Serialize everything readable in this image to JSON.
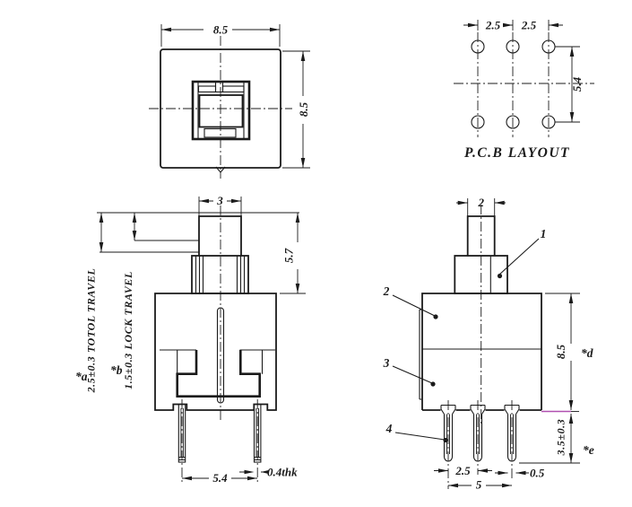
{
  "meta": {
    "line_color": "#1b1b1b",
    "accent_color": "#b050b0",
    "background": "#ffffff"
  },
  "views": {
    "top": {
      "dim_width": "8.5",
      "dim_height": "8.5"
    },
    "pcb": {
      "title": "P.C.B LAYOUT",
      "dim_pitch_left": "2.5",
      "dim_pitch_right": "2.5",
      "dim_row_spacing": "5.4"
    },
    "front": {
      "dim_stem_width": "3",
      "dim_upper_height": "5.7",
      "travel_total": "2.5±0.3 TOTOL TRAVEL",
      "travel_lock": "1.5±0.3 LOCK TRAVEL",
      "ref_a": "*a",
      "ref_b": "*b",
      "dim_pin_span": "5.4",
      "dim_pin_thickness": "0.4thk"
    },
    "side": {
      "dim_stem_width": "2",
      "dim_body_height": "8.5",
      "ref_d": "*d",
      "dim_pin_length": "3.5±0.3",
      "ref_e": "*e",
      "dim_pin_pitch": "2.5",
      "dim_pin_total": "5",
      "dim_pin_width": "0.5",
      "parts": {
        "p1": "1",
        "p2": "2",
        "p3": "3",
        "p4": "4"
      }
    }
  }
}
